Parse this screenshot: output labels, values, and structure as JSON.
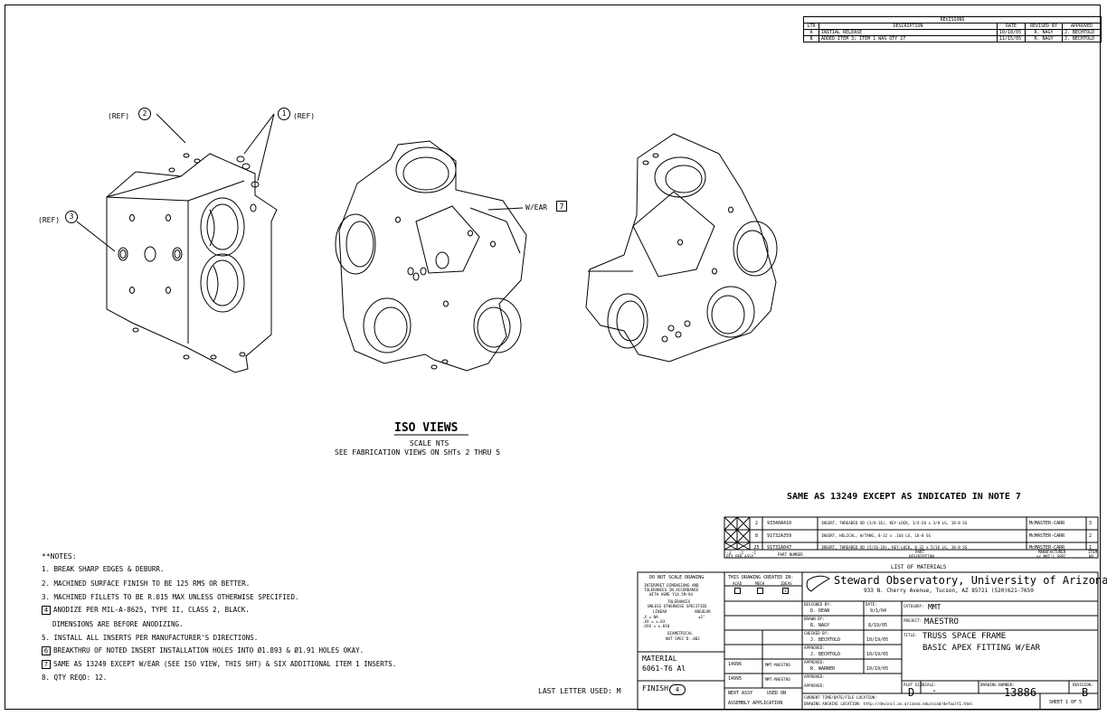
{
  "revisions": {
    "title": "REVISIONS",
    "headers": [
      "LTR",
      "DESCRIPTION",
      "DATE",
      "REVISED BY",
      "APPROVED"
    ],
    "rows": [
      [
        "A",
        "INITIAL RELEASE",
        "10/18/05",
        "R. NAGY",
        "J. BECHTOLD"
      ],
      [
        "B",
        "ADDED ITEM 3; ITEM 1 WAS QTY 27",
        "11/15/05",
        "R. NAGY",
        "J. BECHTOLD"
      ]
    ]
  },
  "callouts": {
    "ref2_pre": "(REF)",
    "ref2_num": "2",
    "ref1_num": "1",
    "ref1_post": "(REF)",
    "ref3_pre": "(REF)",
    "ref3_num": "3",
    "wear_text": "W/EAR",
    "wear_num": "7"
  },
  "iso": {
    "title": "ISO VIEWS",
    "scale": "SCALE NTS",
    "see": "SEE FABRICATION VIEWS ON SHTs 2 THRU 5"
  },
  "same_as_main": "SAME AS 13249 EXCEPT AS INDICATED IN NOTE 7",
  "bom": {
    "rows": [
      {
        "q1": "",
        "q2": "",
        "q3": "2",
        "part": "93340A410",
        "desc": "INSERT, THREADED OD (3/8-16), KEY-LOCK, 1/4-20 x 3/8 LG, 18-8 SS",
        "mfr": "McMASTER-CARR",
        "item": "3"
      },
      {
        "q1": "",
        "q2": "",
        "q3": "8",
        "part": "91732A359",
        "desc": "INSERT, HELICAL, W/TANG, 8-32 x .164 LG, 18-8 SS",
        "mfr": "McMASTER-CARR",
        "item": "2"
      },
      {
        "q1": "",
        "q2": "",
        "q3": "25",
        "part": "91731A047",
        "desc": "INSERT, THREADED OD (5/16-18), KEY-LOCK, 8-32 x 5/16 LG, 18-8 SS",
        "mfr": "McMASTER-CARR",
        "item": "1"
      }
    ],
    "hdr_dash3": "-3",
    "hdr_dash2": "-2",
    "hdr_dash1": "-1",
    "hdr_qty": "QTY PER ASSY",
    "hdr_part": "PART NUMBER",
    "hdr_part2": "PART",
    "hdr_desc": "DESCRIPTION",
    "hdr_mfr": "MANUFACTURER",
    "hdr_mfr2": "or MAT'L SPEC",
    "hdr_item": "ITEM",
    "hdr_item2": "NO.",
    "list_title": "LIST OF MATERIALS"
  },
  "notes": {
    "header": "**NOTES:",
    "items": [
      {
        "num": "1.",
        "text": "BREAK SHARP EDGES & DEBURR."
      },
      {
        "num": "2.",
        "text": "MACHINED SURFACE FINISH TO BE 125 RMS OR BETTER."
      },
      {
        "num": "3.",
        "text": "MACHINED FILLETS TO BE R.015 MAX UNLESS OTHERWISE SPECIFIED."
      },
      {
        "num": "4",
        "text": "ANODIZE PER MIL-A-8625, TYPE II, CLASS 2, BLACK."
      },
      {
        "num": "",
        "text": "DIMENSIONS ARE BEFORE ANODIZING."
      },
      {
        "num": "5.",
        "text": "INSTALL ALL INSERTS PER MANUFACTURER'S DIRECTIONS."
      },
      {
        "num": "6",
        "text": "BREAKTHRU OF NOTED INSERT INSTALLATION HOLES INTO Ø1.893 & Ø1.91 HOLES OKAY."
      },
      {
        "num": "7",
        "text": "SAME AS 13249 EXCEPT W/EAR (SEE ISO VIEW, THIS SHT) & SIX ADDITIONAL ITEM 1 INSERTS."
      },
      {
        "num": "8.",
        "text": "QTY REQD: 12."
      }
    ]
  },
  "last_letter": "LAST LETTER USED: M",
  "title_block": {
    "do_not_scale": "DO NOT SCALE DRAWING",
    "interpret1": "INTERPRET DIMENSIONS AND",
    "interpret2": "TOLERANCES IN ACCORDANCE",
    "interpret3": "WITH ASME Y14.5M-94",
    "tolerances": "TOLERANCES",
    "unless": "UNLESS OTHERWISE SPECIFIED",
    "linear": "LINEAR",
    "angular": "ANGULAR",
    "tol_x": ".X   = NA",
    "tol_xx": ".XX  = ±.03",
    "tol_xxx": ".XXX = ±.010",
    "tol_ang": "±1°",
    "diametrical": "DIAMETRICAL",
    "not_spec": "NOT SPEC'D-.002",
    "material_label": "MATERIAL",
    "material": "6061-T6 Al",
    "finish_label": "FINISH",
    "finish_num": "4",
    "created_in": "THIS DRAWING CREATED IN:",
    "acad": "ACAD",
    "mech": "MECH",
    "ideas": "IDEAS",
    "ideas_mark": "X",
    "next_assy_no": "14996",
    "next_assy_name": "MMT-MAESTRO",
    "used_on_no": "14995",
    "used_on_name": "MMT-MAESTRO",
    "next_assy": "NEXT ASSY",
    "used_on": "USED ON",
    "assembly_app": "ASSEMBLY APPLICATION",
    "org": "Steward Observatory, University of Arizona",
    "address": "933 N. Cherry Avenue, Tucson, AZ  85721   (520)621-7659",
    "designed_by_label": "DESIGNED BY:",
    "designed_by": "D. DEAN",
    "date_label": "DATE:",
    "designed_date": "9/1/04",
    "drawn_by_label": "DRAWN BY:",
    "drawn_by": "R. NAGY",
    "drawn_date": "8/19/05",
    "checked_by_label": "CHECKED BY:",
    "checked_by": "J. BECHTOLD",
    "checked_date": "10/19/05",
    "approved1_label": "APPROVED:",
    "approved1": "J. BECHTOLD",
    "approved1_date": "10/19/05",
    "approved2_label": "APPROVED:",
    "approved2": "R. WARNER",
    "approved2_date": "10/19/05",
    "approved3_label": "APPROVED:",
    "approved4_label": "APPROVED:",
    "category_label": "CATEGORY:",
    "category": "MMT",
    "project_label": "PROJECT:",
    "project": "MAESTRO",
    "title_label": "TITLE:",
    "title1": "TRUSS SPACE FRAME",
    "title2": "BASIC APEX FITTING W/EAR",
    "plot_size_label": "PLOT SIZE",
    "plot_size": "D",
    "scale_label": "SCALE:",
    "scale": "-",
    "dwg_no_label": "DRAWING NUMBER:",
    "dwg_no": "13886",
    "revision_label": "REVISION:",
    "revision": "B",
    "current_label": "CURRENT TIME/DATE/FILE LOCATION:",
    "archive_label": "DRAWING ARCHIVE LOCATION: http://devincl.as.arizona.edu/ocad/default1.html",
    "sheet": "SHEET 1 OF 5"
  }
}
